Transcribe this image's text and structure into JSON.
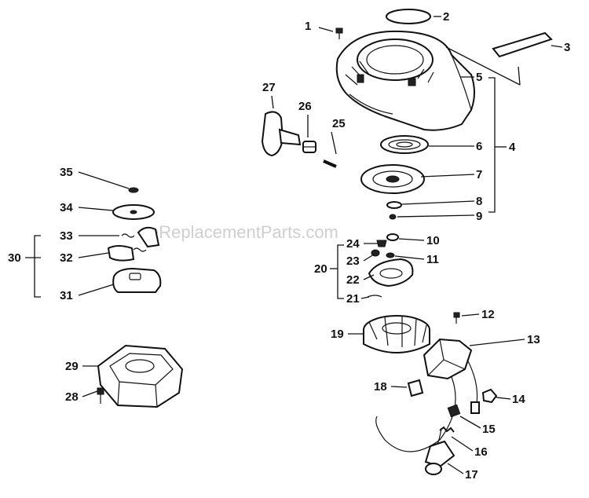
{
  "watermark": "eReplacementParts.com",
  "labels": {
    "p1": "1",
    "p2": "2",
    "p3": "3",
    "p4": "4",
    "p5": "5",
    "p6": "6",
    "p7": "7",
    "p8": "8",
    "p9": "9",
    "p10": "10",
    "p11": "11",
    "p12": "12",
    "p13": "13",
    "p14": "14",
    "p15": "15",
    "p16": "16",
    "p17": "17",
    "p18": "18",
    "p19": "19",
    "p20": "20",
    "p21": "21",
    "p22": "22",
    "p23": "23",
    "p24": "24",
    "p25": "25",
    "p26": "26",
    "p27": "27",
    "p28": "28",
    "p29": "29",
    "p30": "30",
    "p31": "31",
    "p32": "32",
    "p33": "33",
    "p34": "34",
    "p35": "35"
  }
}
